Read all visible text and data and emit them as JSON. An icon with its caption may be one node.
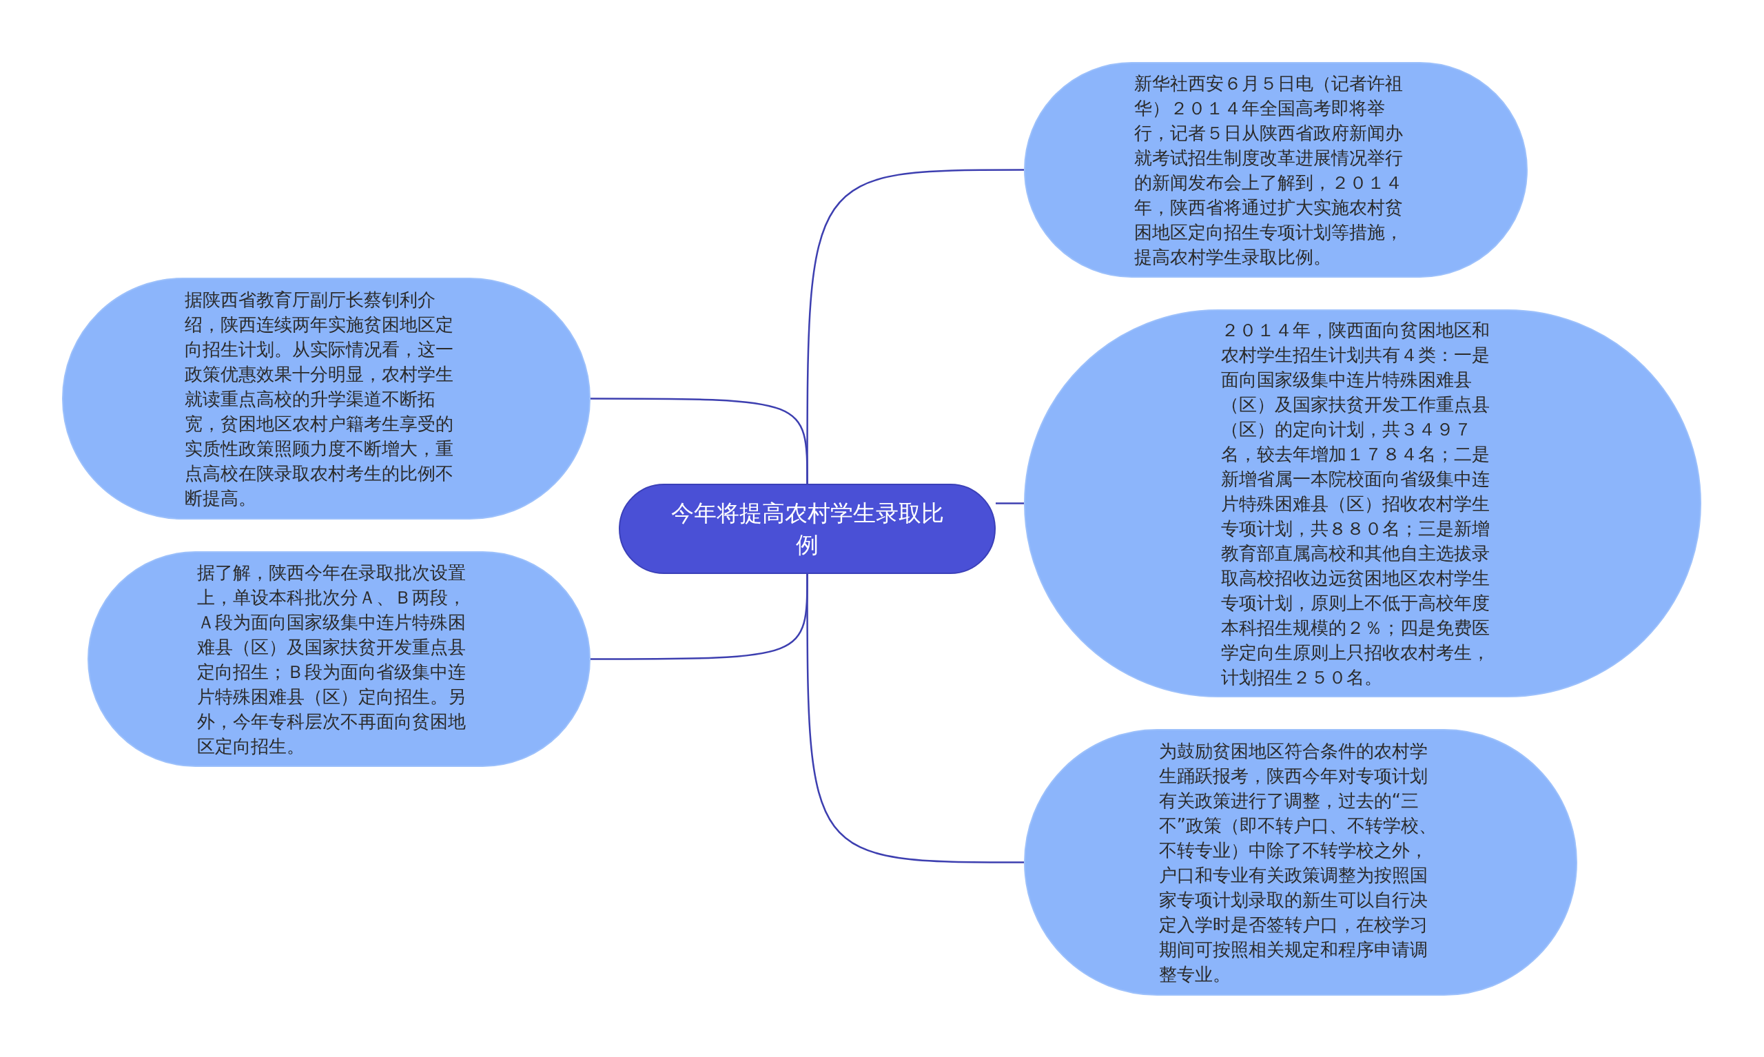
{
  "diagram": {
    "nodes": [
      {
        "text": [
          "今年将提高农村学生录取比例"
        ]
      },
      {
        "text": [
          "新华社西安６月５日电（记者许祖华）２０１４年全国高考即将举行，记者５日从陕西省政府新闻办就考试招生制度改革进展情况举行的新闻发布会上了解到，２０１４年，陕西省将通过扩大实施农村贫困地区定向招生专项计划等措施，提高农村学生录取比例。"
        ]
      },
      {
        "text": [
          "２０１４年，陕西面向贫困地区和农村学生招生计划共有４类：一是面向国家级集中连片特殊困难县（区）及国家扶贫开发工作重点县（区）的定向计划，共３４９７名，较去年增加１７８４名；二是新增省属一本院校面向省级集中连片特殊困难县（区）招收农村学生专项计划，共８８０名；三是新增教育部直属高校和其他自主选拔录取高校招收边远贫困地区农村学生专项计划，原则上不低于高校年度本科招生规模的２％；四是免费医学定向生原则上只招收农村考生，计划招生２５０名。"
        ]
      },
      {
        "text": [
          "为鼓励贫困地区符合条件的农村学生踊跃报考，陕西今年对专项计划有关政策进行了调整，过去的“三不”政策（即不转户口、不转学校、不转专业）中除了不转学校之外，户口和专业有关政策调整为按照国家专项计划录取的新生可以自行决定入学时是否签转户口，在校学习期间可按照相关规定和程序申请调整专业。"
        ]
      },
      {
        "text": [
          "据陕西省教育厅副厅长蔡钊利介绍，陕西连续两年实施贫困地区定向招生计划。从实际情况看，这一政策优惠效果十分明显，农村学生就读重点高校的升学渠道不断拓宽，贫困地区农村户籍考生享受的实质性政策照顾力度不断增大，重点高校在陕录取农村考生的比例不断提高。"
        ]
      },
      {
        "text": [
          "据了解，陕西今年在录取批次设置上，单设本科批次分Ａ、Ｂ两段，Ａ段为面向国家级集中连片特殊困难县（区）及国家扶贫开发重点县定向招生；Ｂ段为面向省级集中连片特殊困难县（区）定向招生。另外，今年专科层次不再面向贫困地区定向招生。"
        ]
      }
    ],
    "edges": [
      {
        "from": 0,
        "to": 1,
        "arrow": "none"
      },
      {
        "from": 0,
        "to": 2,
        "arrow": "none"
      },
      {
        "from": 0,
        "to": 3,
        "arrow": "none"
      },
      {
        "from": 0,
        "to": 4,
        "arrow": "none"
      },
      {
        "from": 0,
        "to": 5,
        "arrow": "none"
      }
    ]
  }
}
